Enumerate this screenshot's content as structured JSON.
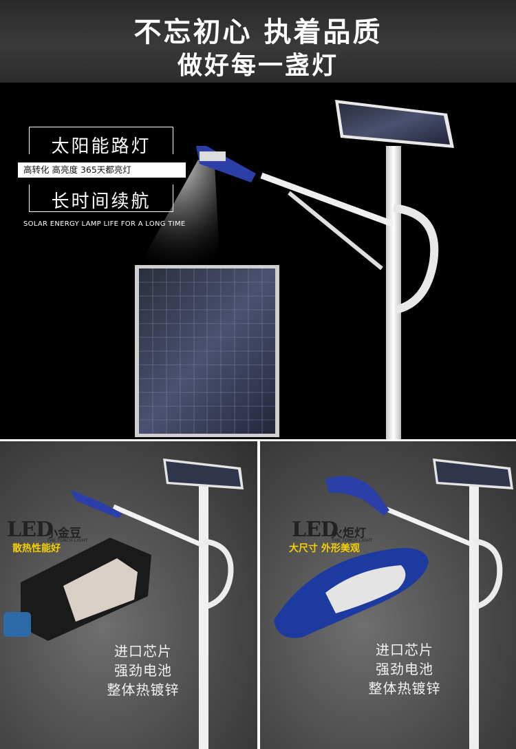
{
  "banner": {
    "line1": "不忘初心  执着品质",
    "line2": "做好每一盏灯"
  },
  "hero": {
    "title": "太阳能路灯",
    "features": "高转化   高亮度   365天都亮灯",
    "subtitle": "长时间续航",
    "english": "SOLAR ENERGY LAMP LIFE FOR A LONG TIME"
  },
  "panels": [
    {
      "logo": "LED",
      "name": "小金豆",
      "english": "THE TORCH LIGHT",
      "feature": "散热性能好",
      "specs": [
        "进口芯片",
        "强劲电池",
        "整体热镀锌"
      ]
    },
    {
      "logo": "LED",
      "name": "火炬灯",
      "english": "THE TORCH LIGHT",
      "feature": "大尺寸 外形美观",
      "specs": [
        "进口芯片",
        "强劲电池",
        "整体热镀锌"
      ]
    }
  ],
  "colors": {
    "banner_bg": "#333333",
    "hero_bg": "#000000",
    "feature_yellow": "#f5d000",
    "lamp_blue": "#2c3fa8"
  }
}
